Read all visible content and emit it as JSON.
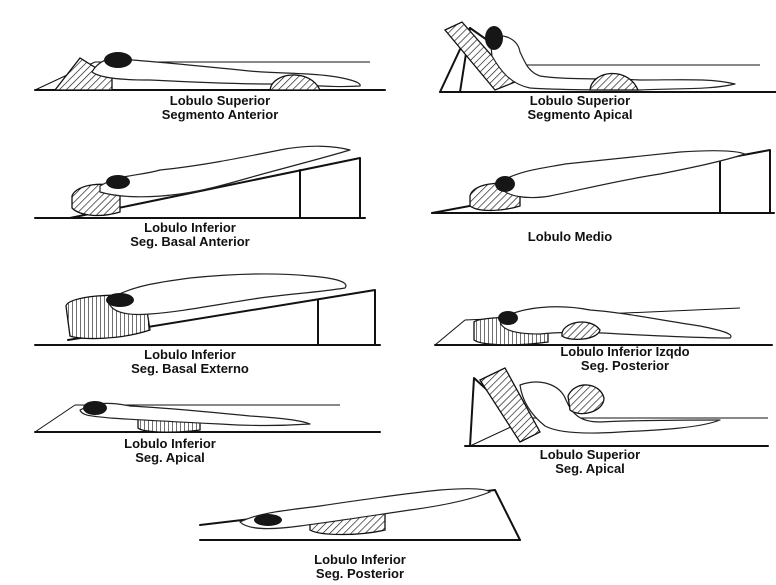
{
  "positions": [
    {
      "line1": "Lobulo Superior",
      "line2": "Segmento Anterior"
    },
    {
      "line1": "Lobulo Superior",
      "line2": "Segmento Apical"
    },
    {
      "line1": "Lobulo Inferior",
      "line2": "Seg. Basal Anterior"
    },
    {
      "line1": "Lobulo Medio",
      "line2": ""
    },
    {
      "line1": "Lobulo Inferior",
      "line2": "Seg. Basal Externo"
    },
    {
      "line1": "Lobulo Inferior Izqdo",
      "line2": "Seg. Posterior"
    },
    {
      "line1": "Lobulo Inferior",
      "line2": "Seg. Apical"
    },
    {
      "line1": "Lobulo Superior",
      "line2": "Seg. Apical"
    },
    {
      "line1": "Lobulo Inferior",
      "line2": "Seg. Posterior"
    }
  ]
}
